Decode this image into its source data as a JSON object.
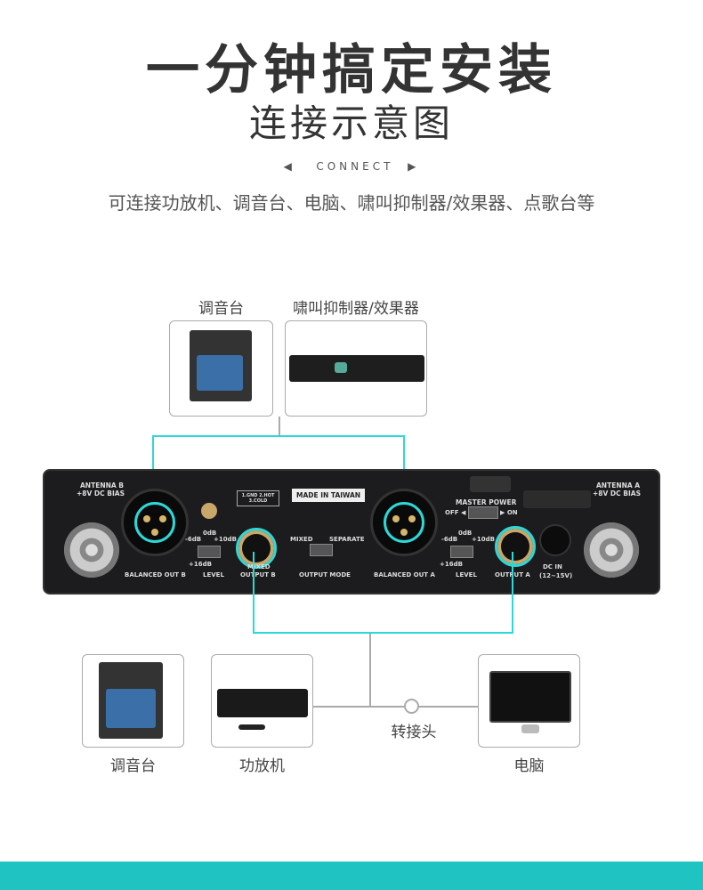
{
  "header": {
    "title": "一分钟搞定安装",
    "subtitle": "连接示意图",
    "connect_label": "CONNECT",
    "description": "可连接功放机、调音台、电脑、啸叫抑制器/效果器、点歌台等"
  },
  "top_devices": [
    {
      "label": "调音台"
    },
    {
      "label": "啸叫抑制器/效果器"
    }
  ],
  "bottom_devices": [
    {
      "label": "调音台"
    },
    {
      "label": "功放机"
    },
    {
      "label": "电脑"
    }
  ],
  "adapter_label": "转接头",
  "panel": {
    "antenna_b": "ANTENNA B",
    "antenna_b_bias": "+8V DC BIAS",
    "balanced_out_b": "BALANCED OUT B",
    "level": "LEVEL",
    "mixed": "MIXED",
    "output_b": "OUTPUT B",
    "made_in": "MADE IN TAIWAN",
    "mixed_sw": "MIXED",
    "separate": "SEPARATE",
    "output_mode": "OUTPUT MODE",
    "balanced_out_a": "BALANCED OUT A",
    "output_a": "OUTPUT A",
    "master_power": "MASTER POWER",
    "off": "OFF",
    "on": "ON",
    "dc_in": "DC IN",
    "dc_range": "(12~15V)",
    "antenna_a": "ANTENNA A",
    "antenna_a_bias": "+8V DC BIAS",
    "minus6": "-6dB",
    "zero": "0dB",
    "plus10": "+10dB",
    "plus16": "+16dB",
    "pin_legend": "1.GND 2.HOT 3.COLD"
  },
  "colors": {
    "accent": "#2ed8d8",
    "bar": "#1fc4c2"
  }
}
